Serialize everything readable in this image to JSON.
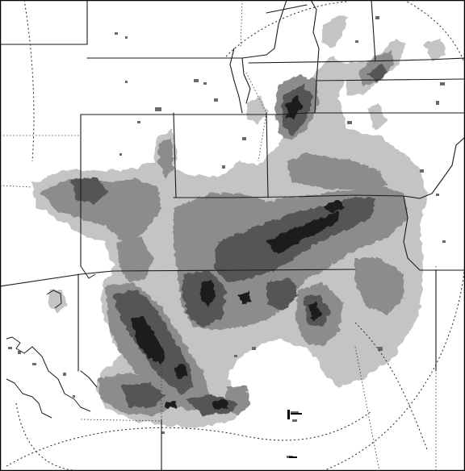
{
  "map": {
    "type": "grayscale-weather-radar-composite",
    "palette": {
      "background": "#ffffff",
      "border": "#000000",
      "lines": "#1a1a1a",
      "echo_light": "#c4c4c4",
      "echo_medium": "#8c8c8c",
      "echo_heavy": "#555555",
      "echo_intense": "#1e1e1e"
    },
    "layers": [
      "state-boundaries",
      "coastline",
      "county-lines",
      "radar-range-rings",
      "precipitation-echoes"
    ]
  }
}
